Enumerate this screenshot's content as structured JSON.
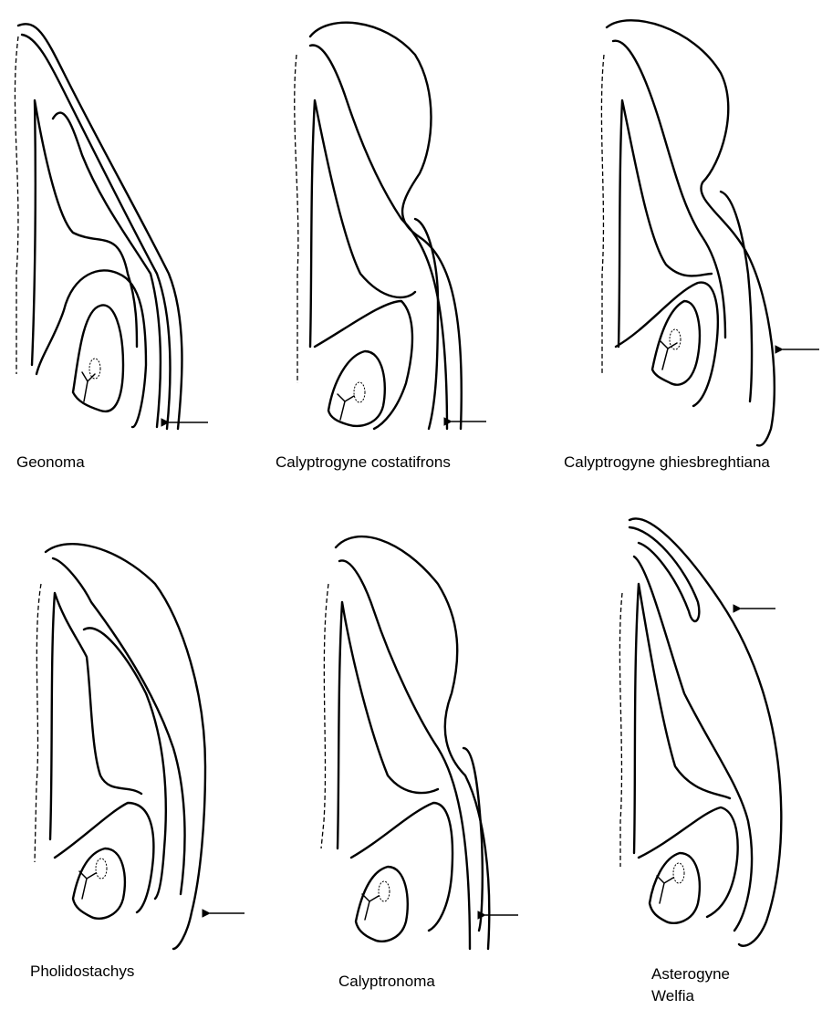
{
  "panels": [
    {
      "label": "Geonoma"
    },
    {
      "label": "Calyptrogyne costatifrons"
    },
    {
      "label": "Calyptrogyne ghiesbreghtiana"
    },
    {
      "label": "Pholidostachys"
    },
    {
      "label": "Calyptronoma"
    },
    {
      "label": "Asterogyne",
      "label2": "Welfia"
    }
  ]
}
